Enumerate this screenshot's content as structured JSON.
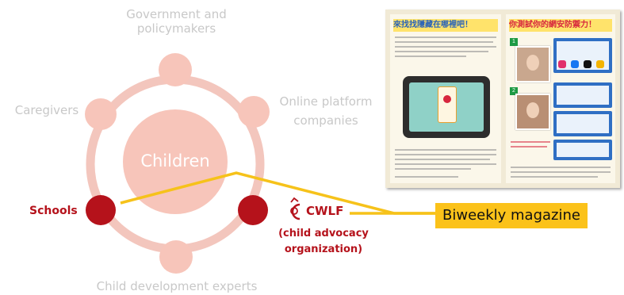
{
  "diagram": {
    "center": "Children",
    "nodes": {
      "top": "Government and\npolicymakers",
      "left": "Caregivers",
      "right": "Online platform\ncompanies",
      "bottom": "Child development experts",
      "schools": "Schools",
      "cwlf": "CWLF",
      "cwlf_sub": "(child advocacy\norganization)"
    },
    "output": "Biweekly magazine",
    "colors": {
      "ring": "#f3c6bd",
      "center_fill": "#f7c5ba",
      "node_fill": "#f7c5ba",
      "active_node": "#b5121b",
      "connector": "#f6c21a",
      "faded_text": "#c8c8c8"
    }
  },
  "magazine": {
    "left_title": "來找找隱藏在哪裡吧！",
    "right_title": "你測試你的網安防禦力！"
  }
}
